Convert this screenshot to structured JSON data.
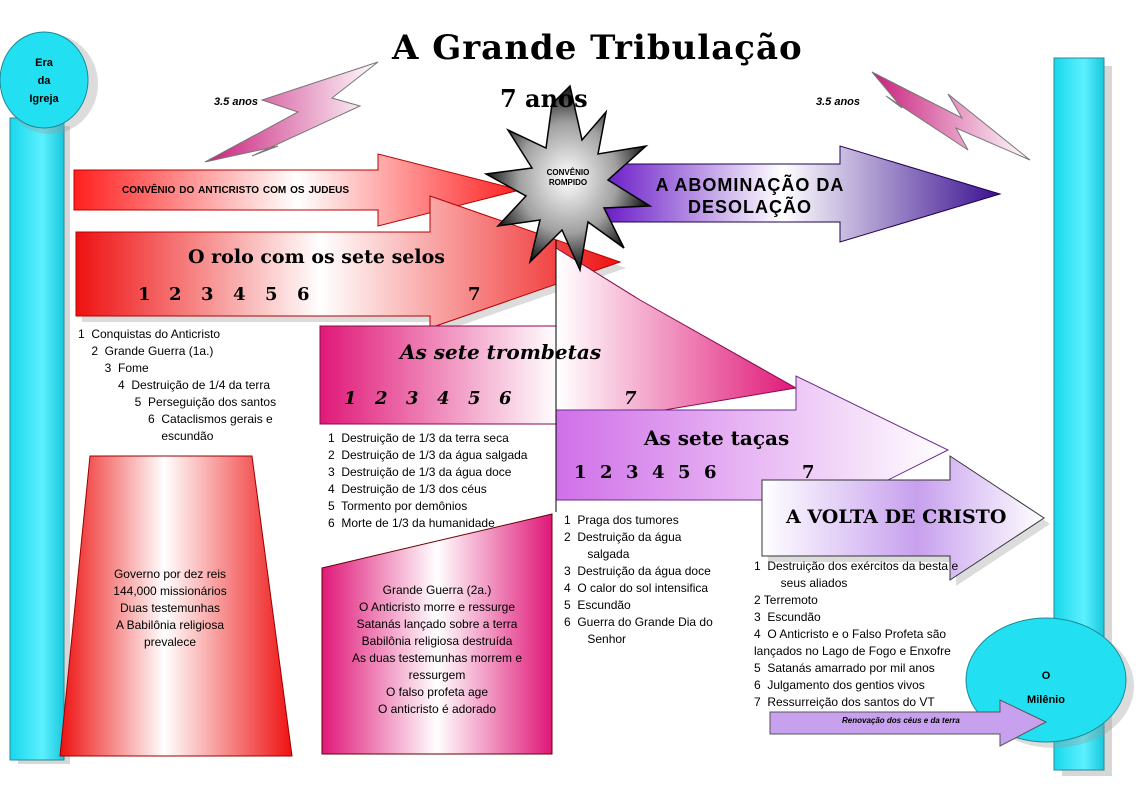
{
  "title": "A Grande Tribulação",
  "subtitle": "7 anos",
  "half_left": "3.5 anos",
  "half_right": "3.5 anos",
  "era_igreja": [
    "Era",
    "da",
    "Igreja"
  ],
  "milenio": [
    "O",
    "Milênio"
  ],
  "convenio_arrow": "convênio do anticristo com os judeus",
  "convenio_rompido": [
    "CONVÊNIO",
    "ROMPIDO"
  ],
  "abominacao": [
    "A ABOMINAÇÃO DA",
    "DESOLAÇÃO"
  ],
  "selos": {
    "title": "O rolo com os sete selos",
    "numbers": [
      "1",
      "2",
      "3",
      "4",
      "5",
      "6"
    ],
    "seventh": "7",
    "items": [
      "1  Conquistas do Anticristo",
      "    2  Grande Guerra (1a.)",
      "        3  Fome",
      "            4  Destruição de 1/4 da terra",
      "                 5  Perseguição dos santos",
      "                     6  Cataclismos gerais e",
      "                         escundão"
    ]
  },
  "trombetas": {
    "title": "As sete trombetas",
    "numbers": [
      "1",
      "2",
      "3",
      "4",
      "5",
      "6"
    ],
    "seventh": "7",
    "items": [
      "1  Destruição de 1/3 da terra seca",
      "2  Destruição de 1/3 da água salgada",
      "3  Destruição de 1/3 da água doce",
      "4  Destruição de 1/3 dos céus",
      "5  Tormento por demônios",
      "6  Morte de 1/3 da humanidade"
    ]
  },
  "tacas": {
    "title": "As sete taças",
    "numbers": [
      "1",
      "2",
      "3",
      "4",
      "5",
      "6"
    ],
    "seventh": "7",
    "items": [
      "1  Praga dos tumores",
      "2  Destruição da água",
      "       salgada",
      "3  Destruição da água doce",
      "4  O calor do sol intensifica",
      "5  Escundão",
      "6  Guerra do Grande Dia do",
      "       Senhor"
    ]
  },
  "volta": {
    "title": "A VOLTA DE CRISTO",
    "items": [
      "1  Destruição dos exércitos da besta e",
      "        seus aliados",
      "2 Terremoto",
      "3  Escundão",
      "4  O Anticristo e o Falso Profeta são",
      "lançados no Lago de Fogo e Enxofre",
      "5  Satanás amarrado por mil anos",
      "6  Julgamento dos gentios vivos",
      "7  Ressurreição dos santos do VT"
    ],
    "bottom_bar": "Renovação dos céus e da terra"
  },
  "box_left": [
    "Governo por dez reis",
    "144,000 missionários",
    "Duas testemunhas",
    "A Babilônia religiosa",
    "prevalece"
  ],
  "box_mid": [
    "Grande Guerra (2a.)",
    "O Anticristo morre e ressurge",
    "Satanás lançado sobre a terra",
    "Babilônia religiosa destruída",
    "As duas testemunhas morrem e",
    "ressurgem",
    "O falso profeta age",
    "O anticristo é adorado"
  ]
}
